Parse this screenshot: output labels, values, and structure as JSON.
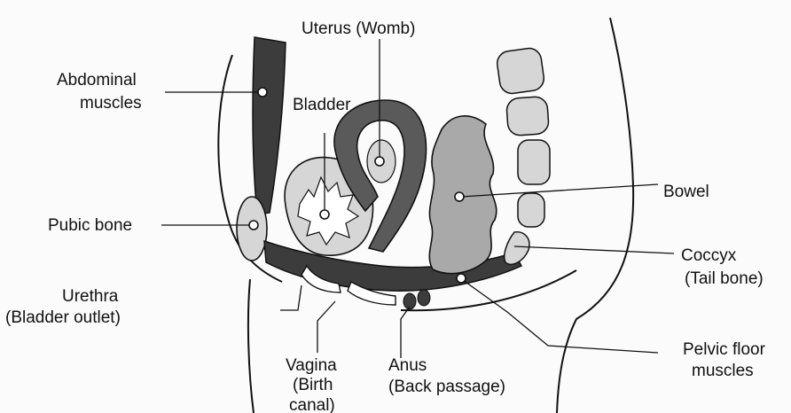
{
  "figure": {
    "labels": {
      "uterus": "Uterus (Womb)",
      "abdominal_1": "Abdominal",
      "abdominal_2": "muscles",
      "bladder": "Bladder",
      "bowel": "Bowel",
      "pubic_bone": "Pubic bone",
      "coccyx_1": "Coccyx",
      "coccyx_2": "(Tail bone)",
      "urethra_1": "Urethra",
      "urethra_2": "(Bladder outlet)",
      "pelvic_1": "Pelvic floor",
      "pelvic_2": "muscles",
      "vagina_1": "Vagina",
      "vagina_2": "(Birth",
      "vagina_3": "canal)",
      "anus_1": "Anus",
      "anus_2": "(Back passage)"
    },
    "colors": {
      "muscle_dark": "#3c3c3c",
      "bone_light": "#d6d6d6",
      "bowel_gray": "#a9a9a9",
      "outline": "#111111"
    }
  }
}
